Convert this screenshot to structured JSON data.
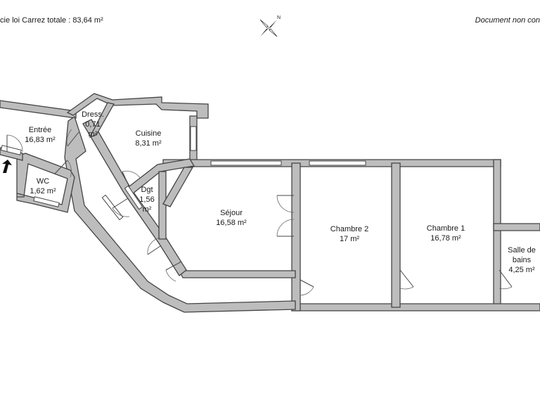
{
  "header": {
    "surface_label": "cie loi Carrez totale :  83,64 m²",
    "notice": "Document non con"
  },
  "compass": {
    "north_letter": "N"
  },
  "rooms": {
    "entree": {
      "name": "Entrée",
      "area": "16,83 m²"
    },
    "wc": {
      "name": "WC",
      "area": "1,62 m²"
    },
    "dress": {
      "name": "Dress.",
      "area_line1": "0,71",
      "area_line2": "m²"
    },
    "cuisine": {
      "name": "Cuisine",
      "area": "8,31 m²"
    },
    "dgt": {
      "name": "Dgt",
      "area_line1": "1,56",
      "area_line2": "m²"
    },
    "sejour": {
      "name": "Séjour",
      "area": "16,58 m²"
    },
    "chambre2": {
      "name": "Chambre 2",
      "area": "17 m²"
    },
    "chambre1": {
      "name": "Chambre 1",
      "area": "16,78 m²"
    },
    "sdb": {
      "name_line1": "Salle de",
      "name_line2": "bains",
      "area": "4,25 m²"
    }
  },
  "colors": {
    "wall_fill": "#bdbdbd",
    "wall_stroke": "#444444",
    "background": "#ffffff"
  }
}
